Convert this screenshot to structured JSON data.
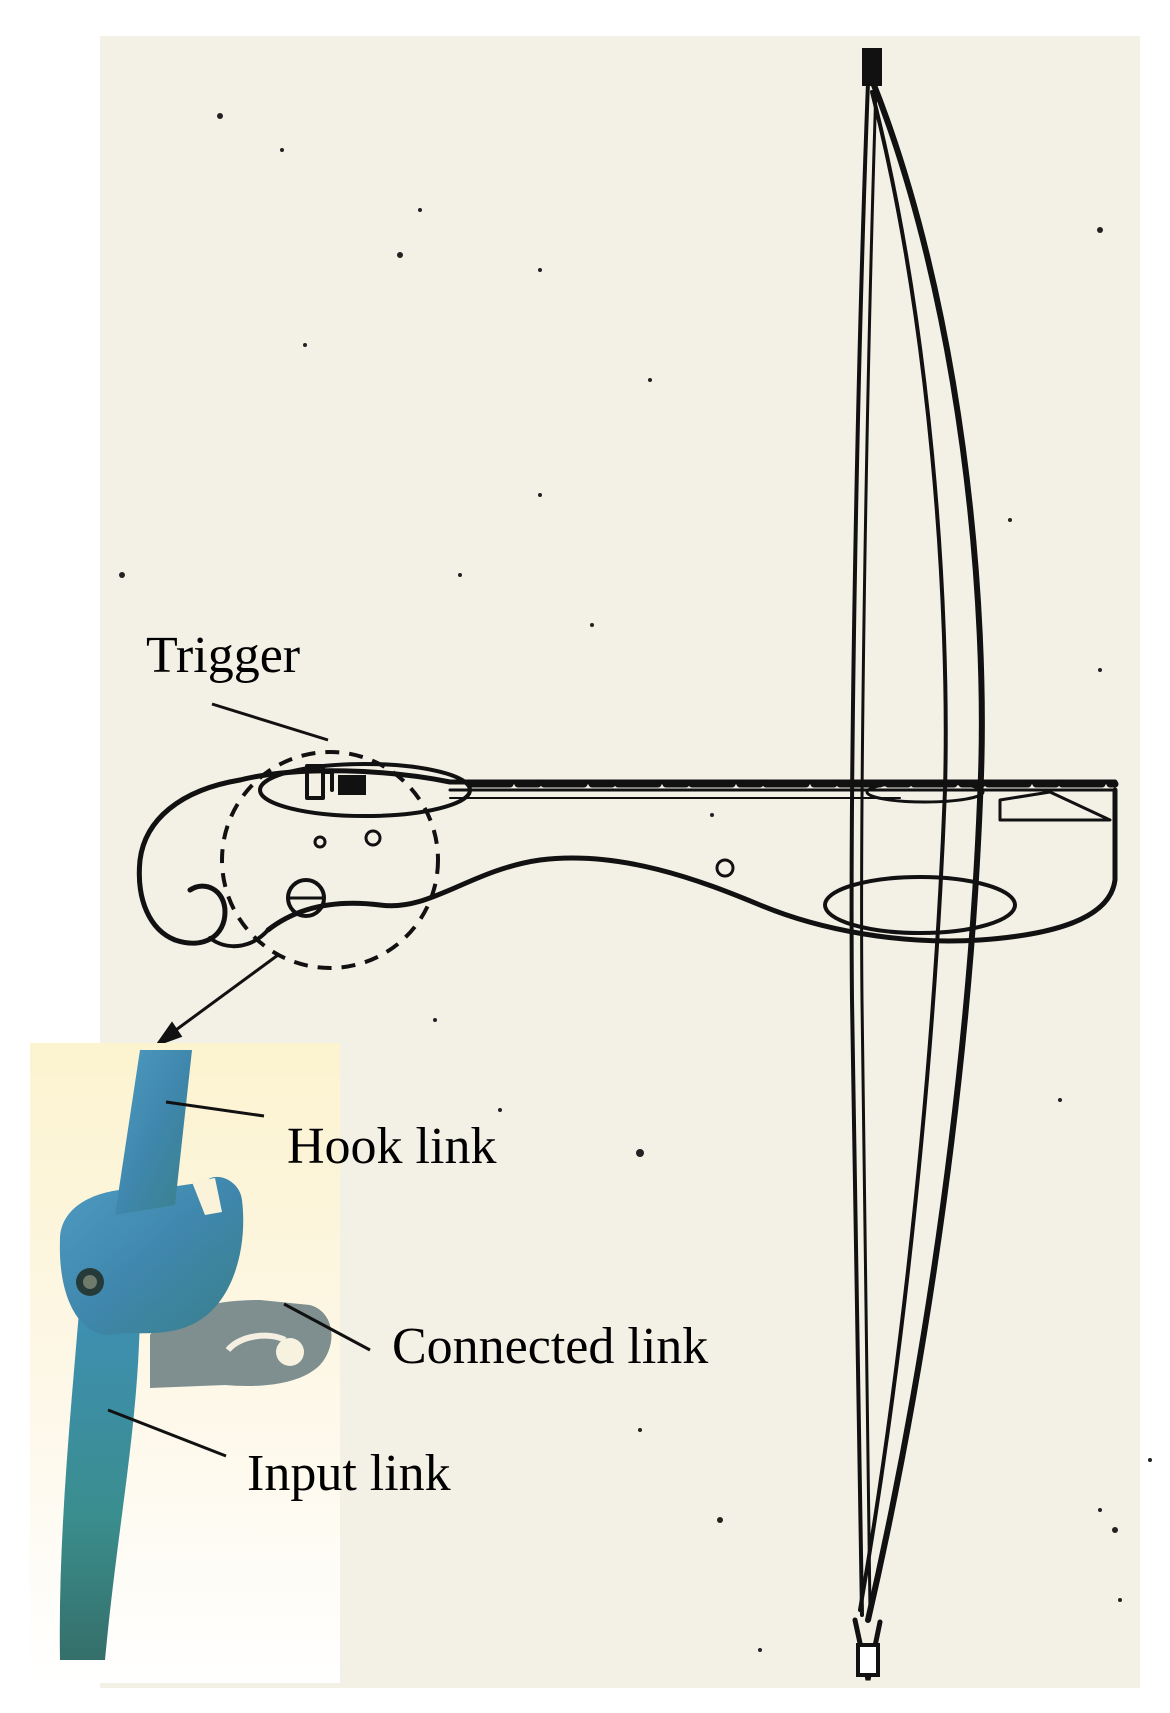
{
  "labels": {
    "trigger": "Trigger",
    "hook_link": "Hook link",
    "connected_link": "Connected link",
    "input_link": "Input link"
  },
  "colors": {
    "paper": "#f3f0e6",
    "ink": "#111111",
    "bronze_blue": "#3e86a8",
    "bronze_teal": "#3a9a9a",
    "bronze_gray": "#7f8f8f",
    "photo_bg": "#fbf3d9"
  }
}
